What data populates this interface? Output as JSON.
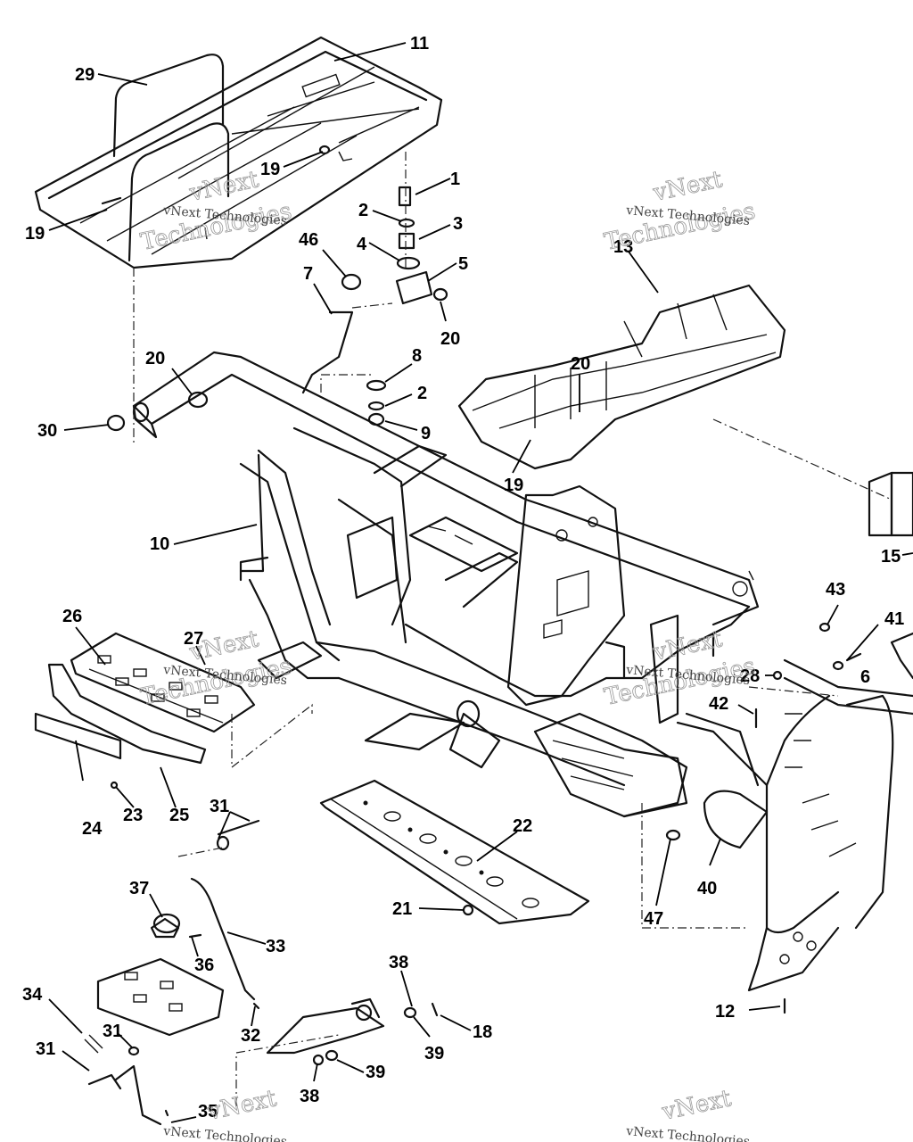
{
  "watermark": {
    "brand": "vNext",
    "big_word": "Technologies",
    "line": "vNext Technologies"
  },
  "callouts": {
    "c1": "1",
    "c2a": "2",
    "c2b": "2",
    "c3": "3",
    "c4": "4",
    "c5": "5",
    "c6": "6",
    "c7": "7",
    "c8": "8",
    "c9": "9",
    "c10": "10",
    "c11": "11",
    "c12": "12",
    "c13": "13",
    "c15": "15",
    "c18": "18",
    "c19a": "19",
    "c19b": "19",
    "c19c": "19",
    "c20a": "20",
    "c20b": "20",
    "c20c": "20",
    "c21": "21",
    "c22": "22",
    "c23": "23",
    "c24": "24",
    "c25": "25",
    "c26": "26",
    "c27": "27",
    "c28": "28",
    "c29": "29",
    "c30": "30",
    "c31a": "31",
    "c31b": "31",
    "c31c": "31",
    "c32": "32",
    "c33": "33",
    "c34": "34",
    "c35": "35",
    "c36": "36",
    "c37": "37",
    "c38a": "38",
    "c38b": "38",
    "c39a": "39",
    "c39b": "39",
    "c40": "40",
    "c41": "41",
    "c42": "42",
    "c43": "43",
    "c46": "46",
    "c47": "47"
  }
}
